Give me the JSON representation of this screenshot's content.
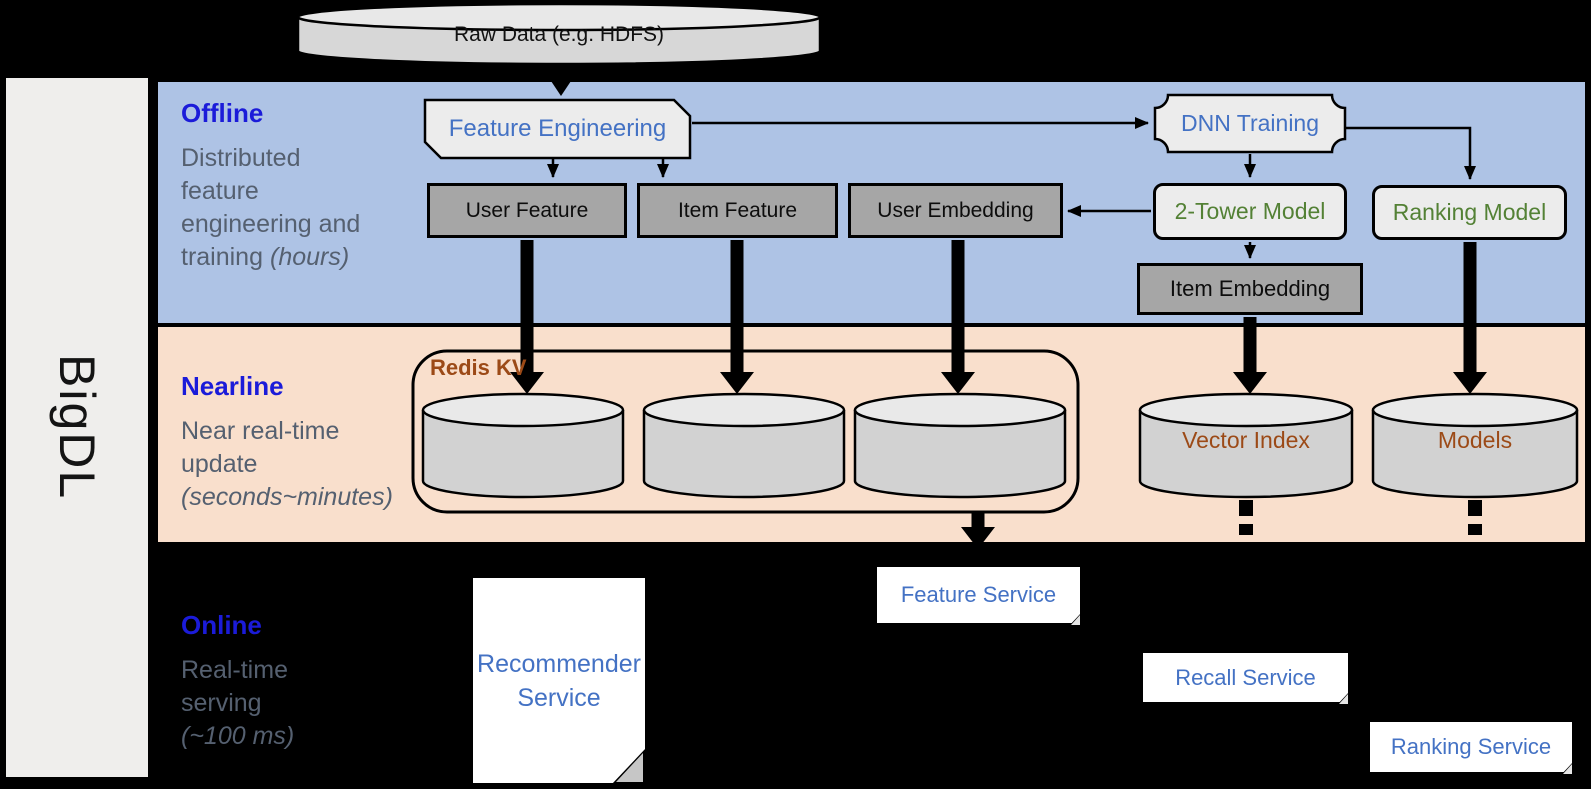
{
  "brand": {
    "name": "BigDL"
  },
  "sections": {
    "offline": {
      "label": "Offline",
      "desc": [
        "Distributed",
        "feature",
        "engineering and",
        "training"
      ],
      "note": "(hours)"
    },
    "nearline": {
      "label": "Nearline",
      "desc": [
        "Near real-time",
        "update"
      ],
      "note": "(seconds~minutes)"
    },
    "online": {
      "label": "Online",
      "desc": [
        "Real-time",
        "serving"
      ],
      "note": "(~100 ms)"
    }
  },
  "nodes": {
    "raw_data": "Raw Data (e.g. HDFS)",
    "feature_engineering": "Feature Engineering",
    "dnn_training": "DNN Training",
    "user_feature": "User Feature",
    "item_feature": "Item Feature",
    "user_embedding": "User Embedding",
    "two_tower_model": "2-Tower Model",
    "ranking_model": "Ranking Model",
    "item_embedding": "Item Embedding",
    "redis_kv": "Redis KV",
    "vector_index": "Vector Index",
    "models": "Models",
    "recommender_service_line1": "Recommender",
    "recommender_service_line2": "Service",
    "feature_service": "Feature Service",
    "recall_service": "Recall Service",
    "ranking_service": "Ranking Service"
  },
  "colors": {
    "offline_band": "#aec3e5",
    "nearline_band": "#f9dfcc",
    "sidebar": "#efeeec",
    "section_header_blue": "#1b1bd9",
    "desc_gray": "#556070",
    "box_blue_text": "#4472c4",
    "box_green_text": "#538135",
    "store_brown_text": "#9c4a17",
    "gray_box_fill": "#a6a6a6",
    "light_box_fill": "#ececec"
  }
}
